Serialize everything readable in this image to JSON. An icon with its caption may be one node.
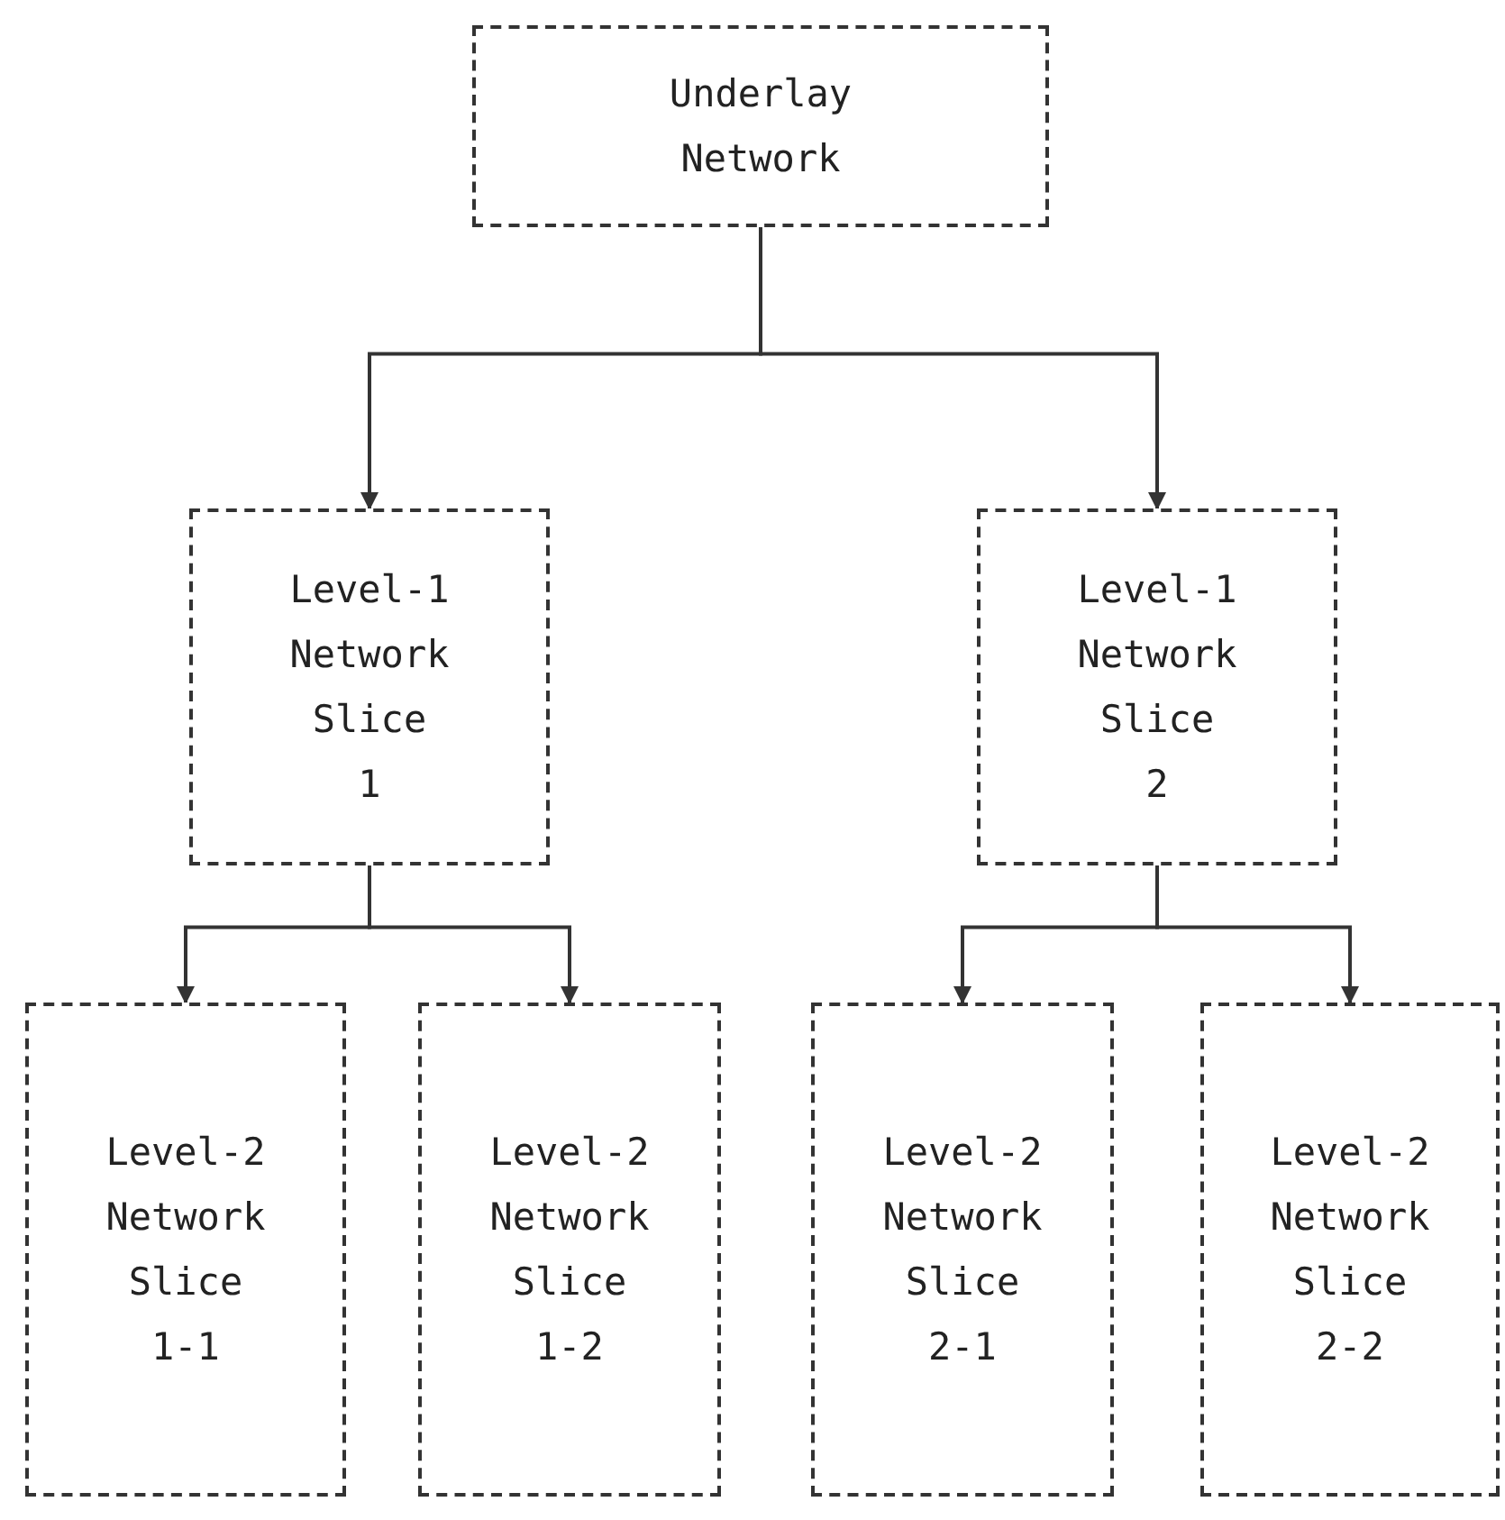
{
  "diagram": {
    "nodes": [
      {
        "text": [
          "Underlay Network"
        ]
      },
      {
        "text": [
          "Level-1 Network Slice 1"
        ]
      },
      {
        "text": [
          "Level-1 Network Slice 2"
        ]
      },
      {
        "text": [
          "Level-2 Network Slice 1-1"
        ]
      },
      {
        "text": [
          "Level-2 Network Slice 1-2"
        ]
      },
      {
        "text": [
          "Level-2 Network Slice 2-1"
        ]
      },
      {
        "text": [
          "Level-2 Network Slice 2-2"
        ]
      }
    ],
    "edges": [
      {
        "from": 0,
        "to": 1,
        "arrow": "to"
      },
      {
        "from": 0,
        "to": 2,
        "arrow": "to"
      },
      {
        "from": 1,
        "to": 3,
        "arrow": "to"
      },
      {
        "from": 1,
        "to": 4,
        "arrow": "to"
      },
      {
        "from": 2,
        "to": 5,
        "arrow": "to"
      },
      {
        "from": 2,
        "to": 6,
        "arrow": "to"
      }
    ]
  }
}
